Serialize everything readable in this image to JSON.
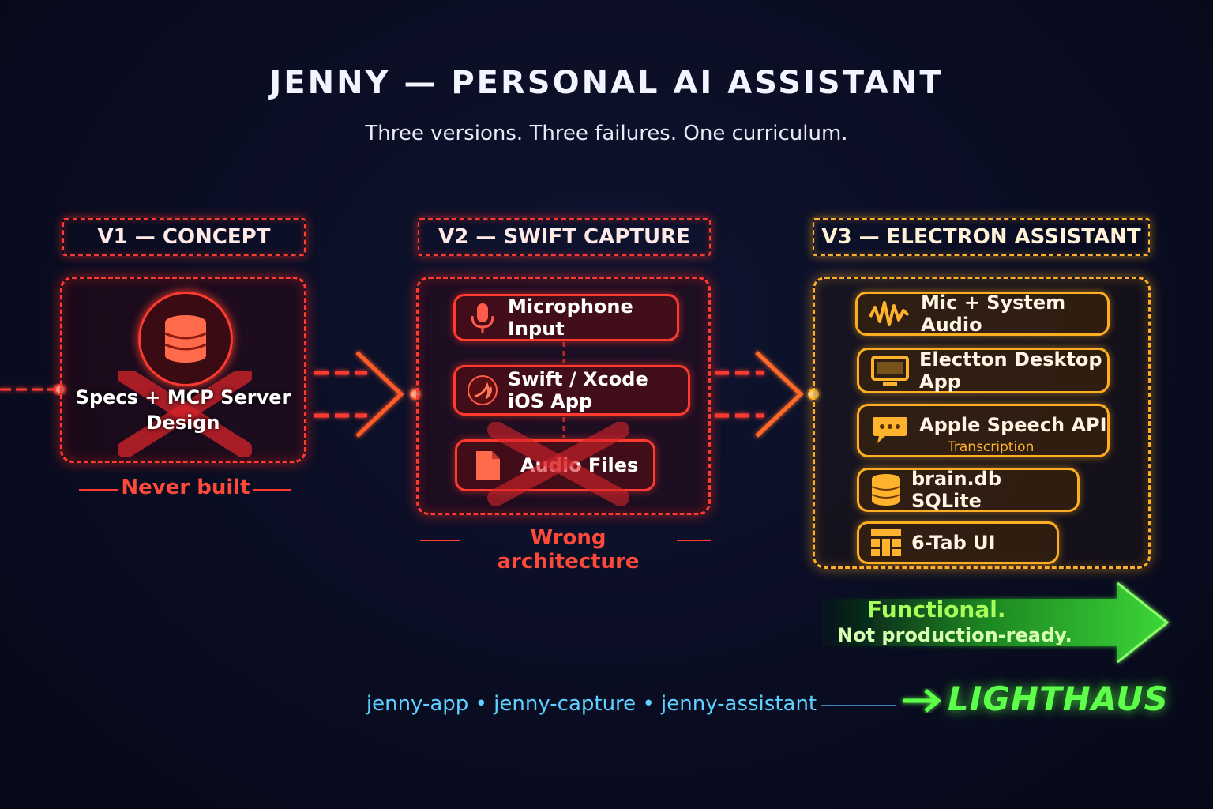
{
  "header": {
    "title": "JENNY — PERSONAL AI ASSISTANT",
    "subtitle": "Three versions. Three failures. One curriculum."
  },
  "v1": {
    "label": "V1 — CONCEPT",
    "text_line1": "Specs + MCP Server",
    "text_line2": "Design",
    "icon": "database-icon",
    "footer": "Never built"
  },
  "v2": {
    "label": "V2 — SWIFT CAPTURE",
    "items": [
      {
        "label": "Microphone Input",
        "icon": "microphone-icon"
      },
      {
        "label": "Swift / Xcode iOS App",
        "icon": "swift-icon"
      },
      {
        "label": "Audio Files",
        "icon": "file-icon"
      }
    ],
    "footer": "Wrong architecture"
  },
  "v3": {
    "label": "V3 — ELECTRON ASSISTANT",
    "items": [
      {
        "label": "Mic + System Audio",
        "icon": "waveform-icon"
      },
      {
        "label": "Electton Desktop App",
        "icon": "monitor-icon"
      },
      {
        "label": "Apple Speech API",
        "sub": "Transcription",
        "icon": "speech-bubble-icon"
      },
      {
        "label": "brain.db SQLite",
        "icon": "database-icon"
      },
      {
        "label": "6-Tab UI",
        "icon": "grid-icon"
      }
    ],
    "result_line1": "Functional.",
    "result_line2": "Not production-ready."
  },
  "footer": {
    "repos": "jenny-app • jenny-capture • jenny-assistant",
    "next": "LIGHTHAUS"
  },
  "colors": {
    "failure": "#ff3b30",
    "v3": "#ffae24",
    "success": "#5dff4a",
    "repos": "#5fd0ff"
  }
}
